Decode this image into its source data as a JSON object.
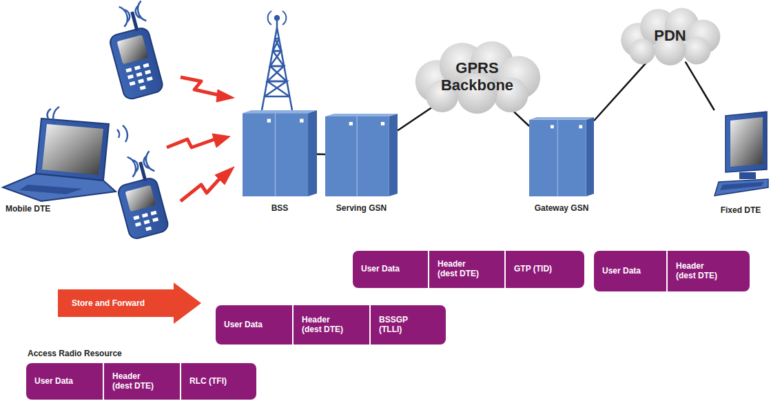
{
  "diagram": {
    "nodes": [
      {
        "text": [
          "BSS"
        ]
      },
      {
        "text": [
          "Serving GSN"
        ]
      },
      {
        "text": [
          "GPRS Backbone"
        ]
      },
      {
        "text": [
          "Gateway GSN"
        ]
      },
      {
        "text": [
          "PDN"
        ]
      },
      {
        "text": [
          "Fixed DTE"
        ]
      },
      {
        "text": [
          "Store and Forward"
        ]
      },
      {
        "text": [
          "User Data"
        ]
      },
      {
        "text": [
          "Header (dest DTE)"
        ]
      },
      {
        "text": [
          "GTP (TID)"
        ]
      },
      {
        "text": [
          "User Data"
        ]
      },
      {
        "text": [
          "Header (dest DTE)"
        ]
      },
      {
        "text": [
          "User Data"
        ]
      },
      {
        "text": [
          "Header (dest DTE)"
        ]
      },
      {
        "text": [
          "BSSGP (TLLI)"
        ]
      },
      {
        "text": [
          "User Data"
        ]
      },
      {
        "text": [
          "Header (dest DTE)"
        ]
      },
      {
        "text": [
          "RLC (TFI)"
        ]
      }
    ],
    "edges": [
      {
        "from": 0,
        "to": 1,
        "arrow": "none"
      },
      {
        "from": 1,
        "to": 2,
        "arrow": "none"
      },
      {
        "from": 2,
        "to": 3,
        "arrow": "none"
      },
      {
        "from": 3,
        "to": 4,
        "arrow": "none"
      },
      {
        "from": 4,
        "to": 5,
        "arrow": "none"
      }
    ],
    "labels": [
      "Mobile DTE",
      "Access Radio Resource"
    ]
  }
}
